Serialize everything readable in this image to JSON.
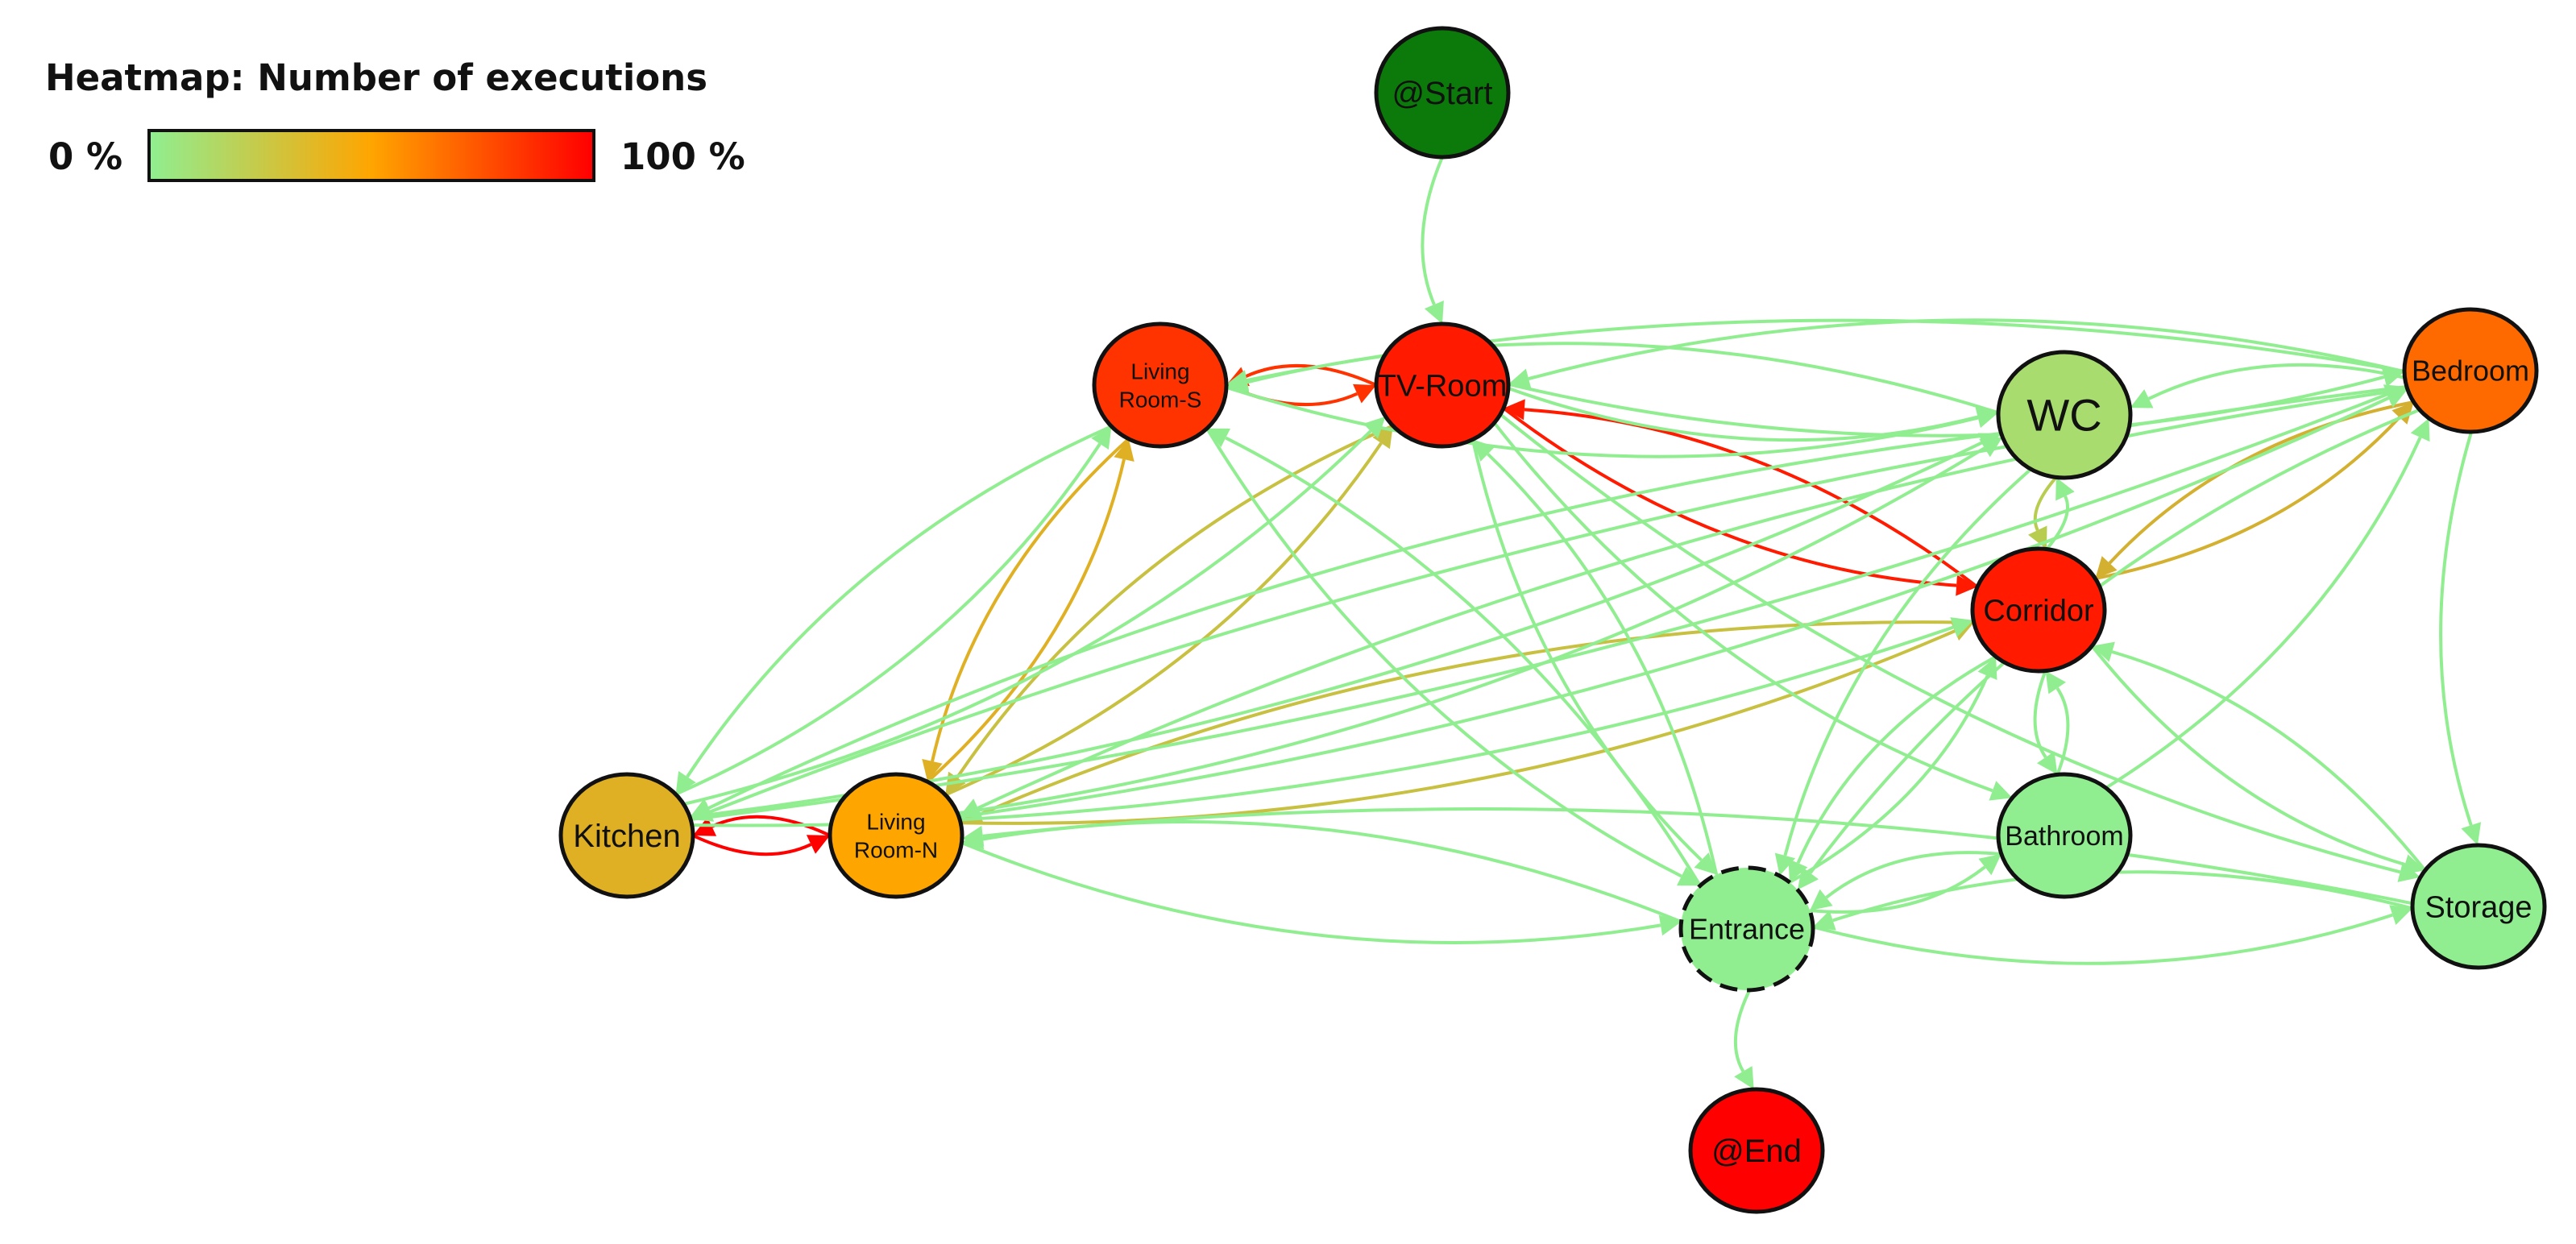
{
  "legend": {
    "title": "Heatmap: Number of executions",
    "min_label": "0 %",
    "max_label": "100 %",
    "gradient": [
      "#90ee90",
      "#ffa500",
      "#ff0000"
    ]
  },
  "nodes": [
    {
      "id": "start",
      "lines": [
        "@Start"
      ],
      "color": "#0b7a0b",
      "dashed": false
    },
    {
      "id": "tvroom",
      "lines": [
        "TV-Room"
      ],
      "color": "#ff1a00",
      "dashed": false
    },
    {
      "id": "livings",
      "lines": [
        "Living",
        "Room-S"
      ],
      "color": "#ff3300",
      "dashed": false
    },
    {
      "id": "wc",
      "lines": [
        "WC"
      ],
      "color": "#a8dc6e",
      "dashed": false
    },
    {
      "id": "bedroom",
      "lines": [
        "Bedroom"
      ],
      "color": "#ff6a00",
      "dashed": false
    },
    {
      "id": "corridor",
      "lines": [
        "Corridor"
      ],
      "color": "#ff1a00",
      "dashed": false
    },
    {
      "id": "kitchen",
      "lines": [
        "Kitchen"
      ],
      "color": "#e0b024",
      "dashed": false
    },
    {
      "id": "livingn",
      "lines": [
        "Living",
        "Room-N"
      ],
      "color": "#ffa500",
      "dashed": false
    },
    {
      "id": "bathroom",
      "lines": [
        "Bathroom"
      ],
      "color": "#90ee90",
      "dashed": false
    },
    {
      "id": "storage",
      "lines": [
        "Storage"
      ],
      "color": "#90ee90",
      "dashed": false
    },
    {
      "id": "entrance",
      "lines": [
        "Entrance"
      ],
      "color": "#90ee90",
      "dashed": true
    },
    {
      "id": "end",
      "lines": [
        "@End"
      ],
      "color": "#ff0000",
      "dashed": false
    }
  ],
  "edges": [
    {
      "from": "start",
      "to": "tvroom",
      "color": "#90ee90"
    },
    {
      "from": "livings",
      "to": "tvroom",
      "color": "#ff3300"
    },
    {
      "from": "tvroom",
      "to": "livings",
      "color": "#ff3300"
    },
    {
      "from": "tvroom",
      "to": "corridor",
      "color": "#ff1a00"
    },
    {
      "from": "corridor",
      "to": "tvroom",
      "color": "#ff1a00"
    },
    {
      "from": "kitchen",
      "to": "livingn",
      "color": "#ff0000"
    },
    {
      "from": "livingn",
      "to": "kitchen",
      "color": "#ff0000"
    },
    {
      "from": "livingn",
      "to": "livings",
      "color": "#e0b024"
    },
    {
      "from": "livings",
      "to": "livingn",
      "color": "#e0b024"
    },
    {
      "from": "livingn",
      "to": "tvroom",
      "color": "#c8c040"
    },
    {
      "from": "tvroom",
      "to": "livingn",
      "color": "#c8c040"
    },
    {
      "from": "livingn",
      "to": "corridor",
      "color": "#c8c040"
    },
    {
      "from": "corridor",
      "to": "livingn",
      "color": "#c8c040"
    },
    {
      "from": "bedroom",
      "to": "corridor",
      "color": "#d4b030"
    },
    {
      "from": "corridor",
      "to": "bedroom",
      "color": "#d4b030"
    },
    {
      "from": "wc",
      "to": "corridor",
      "color": "#b8cc50"
    },
    {
      "from": "corridor",
      "to": "wc",
      "color": "#90ee90"
    },
    {
      "from": "tvroom",
      "to": "bedroom",
      "color": "#90ee90"
    },
    {
      "from": "bedroom",
      "to": "tvroom",
      "color": "#90ee90"
    },
    {
      "from": "tvroom",
      "to": "wc",
      "color": "#90ee90"
    },
    {
      "from": "wc",
      "to": "livings",
      "color": "#90ee90"
    },
    {
      "from": "livings",
      "to": "wc",
      "color": "#90ee90"
    },
    {
      "from": "bedroom",
      "to": "wc",
      "color": "#90ee90"
    },
    {
      "from": "bedroom",
      "to": "storage",
      "color": "#90ee90"
    },
    {
      "from": "kitchen",
      "to": "livings",
      "color": "#90ee90"
    },
    {
      "from": "livings",
      "to": "kitchen",
      "color": "#90ee90"
    },
    {
      "from": "kitchen",
      "to": "tvroom",
      "color": "#90ee90"
    },
    {
      "from": "kitchen",
      "to": "wc",
      "color": "#90ee90"
    },
    {
      "from": "wc",
      "to": "kitchen",
      "color": "#90ee90"
    },
    {
      "from": "kitchen",
      "to": "bedroom",
      "color": "#90ee90"
    },
    {
      "from": "bedroom",
      "to": "kitchen",
      "color": "#90ee90"
    },
    {
      "from": "kitchen",
      "to": "corridor",
      "color": "#90ee90"
    },
    {
      "from": "livingn",
      "to": "wc",
      "color": "#90ee90"
    },
    {
      "from": "livingn",
      "to": "bedroom",
      "color": "#90ee90"
    },
    {
      "from": "bedroom",
      "to": "livingn",
      "color": "#90ee90"
    },
    {
      "from": "entrance",
      "to": "livingn",
      "color": "#90ee90"
    },
    {
      "from": "livingn",
      "to": "entrance",
      "color": "#90ee90"
    },
    {
      "from": "storage",
      "to": "livingn",
      "color": "#90ee90"
    },
    {
      "from": "entrance",
      "to": "end",
      "color": "#90ee90"
    },
    {
      "from": "tvroom",
      "to": "entrance",
      "color": "#90ee90"
    },
    {
      "from": "entrance",
      "to": "tvroom",
      "color": "#90ee90"
    },
    {
      "from": "livings",
      "to": "entrance",
      "color": "#90ee90"
    },
    {
      "from": "entrance",
      "to": "livings",
      "color": "#90ee90"
    },
    {
      "from": "corridor",
      "to": "entrance",
      "color": "#90ee90"
    },
    {
      "from": "entrance",
      "to": "corridor",
      "color": "#90ee90"
    },
    {
      "from": "entrance",
      "to": "storage",
      "color": "#90ee90"
    },
    {
      "from": "storage",
      "to": "entrance",
      "color": "#90ee90"
    },
    {
      "from": "bathroom",
      "to": "entrance",
      "color": "#90ee90"
    },
    {
      "from": "entrance",
      "to": "bathroom",
      "color": "#90ee90"
    },
    {
      "from": "corridor",
      "to": "bathroom",
      "color": "#90ee90"
    },
    {
      "from": "bathroom",
      "to": "corridor",
      "color": "#90ee90"
    },
    {
      "from": "bathroom",
      "to": "bedroom",
      "color": "#90ee90"
    },
    {
      "from": "corridor",
      "to": "storage",
      "color": "#90ee90"
    },
    {
      "from": "storage",
      "to": "corridor",
      "color": "#90ee90"
    },
    {
      "from": "tvroom",
      "to": "storage",
      "color": "#90ee90"
    },
    {
      "from": "tvroom",
      "to": "bathroom",
      "color": "#90ee90"
    },
    {
      "from": "bedroom",
      "to": "entrance",
      "color": "#90ee90"
    },
    {
      "from": "wc",
      "to": "entrance",
      "color": "#90ee90"
    },
    {
      "from": "bedroom",
      "to": "livings",
      "color": "#90ee90"
    }
  ]
}
